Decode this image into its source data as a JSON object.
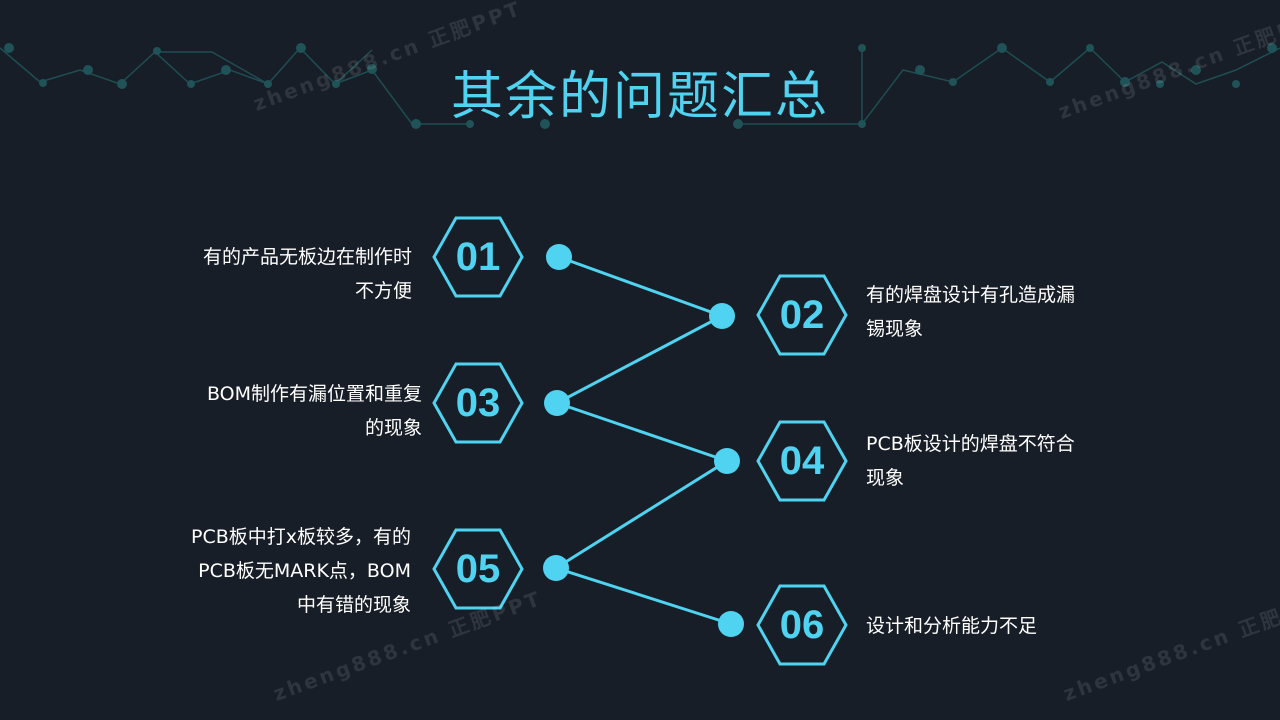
{
  "title": "其余的问题汇总",
  "accent_color": "#4fd3f0",
  "background_color": "#181e27",
  "items": [
    {
      "num": "01",
      "lines": [
        "有的产品无板边在制作时",
        "不方便"
      ]
    },
    {
      "num": "02",
      "lines": [
        "有的焊盘设计有孔造成漏",
        "锡现象"
      ]
    },
    {
      "num": "03",
      "lines": [
        "BOM制作有漏位置和重复",
        "的现象"
      ]
    },
    {
      "num": "04",
      "lines": [
        "PCB板设计的焊盘不符合",
        "现象"
      ]
    },
    {
      "num": "05",
      "lines": [
        "PCB板中打x板较多，有的",
        "PCB板无MARK点，BOM",
        "中有错的现象"
      ]
    },
    {
      "num": "06",
      "lines": [
        "设计和分析能力不足"
      ]
    }
  ],
  "watermark": "zheng888.cn 正肥PPT"
}
